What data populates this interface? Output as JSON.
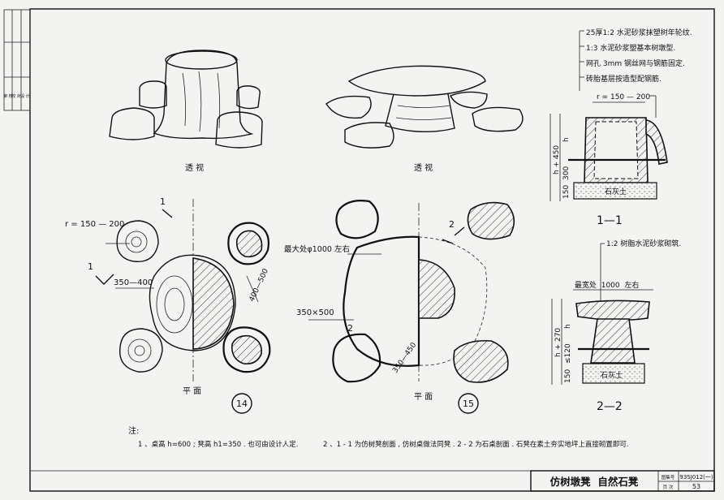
{
  "sheet": {
    "title_block": {
      "title": "仿树墩凳  自然石凳",
      "atlas_label": "图集号",
      "atlas_no": "93SJ012(一)",
      "page_label": "页 次",
      "page_no": "53"
    },
    "side_strip": [
      "审 核",
      "校 对",
      "设 计"
    ]
  },
  "drawing14": {
    "perspective_label": "透 视",
    "plan_label": "平 面",
    "number": "14",
    "dims": {
      "radius": "r = 150 — 200",
      "table_dia": "350—400",
      "stool": "400—500"
    },
    "section_mark": "1"
  },
  "drawing15": {
    "perspective_label": "透 视",
    "plan_label": "平 面",
    "number": "15",
    "dims": {
      "max": "最大处φ1000 左右",
      "stool": "350×500",
      "gap": "350—450"
    },
    "section_mark": "2"
  },
  "section11": {
    "title": "1—1",
    "notes": [
      "25厚1:2 水泥砂浆抹塑树年轮纹.",
      "1:3 水泥砂浆塑基本树墩型.",
      "网孔 3mm  钢丝网与钢筋固定.",
      "砖胎基层按造型配钢筋."
    ],
    "radius": "r = 150 — 200",
    "dims": [
      "h + 450",
      "h",
      "300",
      "150"
    ],
    "base": "石灰土"
  },
  "section22": {
    "title": "2—2",
    "note": "1:2 树脂水泥砂浆砌筑.",
    "width": "最宽处  1000  左右",
    "dims": [
      "h + 270",
      "h",
      "≤120",
      "150"
    ],
    "base": "石灰土"
  },
  "notes": {
    "heading": "注:",
    "items": [
      "1 、桌高 h=600 ; 凳高 h1=350 . 也可由设计人定.",
      "2 、1 - 1 为仿树凳剖面 , 仿树桌做法同凳 . 2 - 2 为石桌剖面 . 石凳在素土夯实地坪上直接砌置即可."
    ]
  }
}
